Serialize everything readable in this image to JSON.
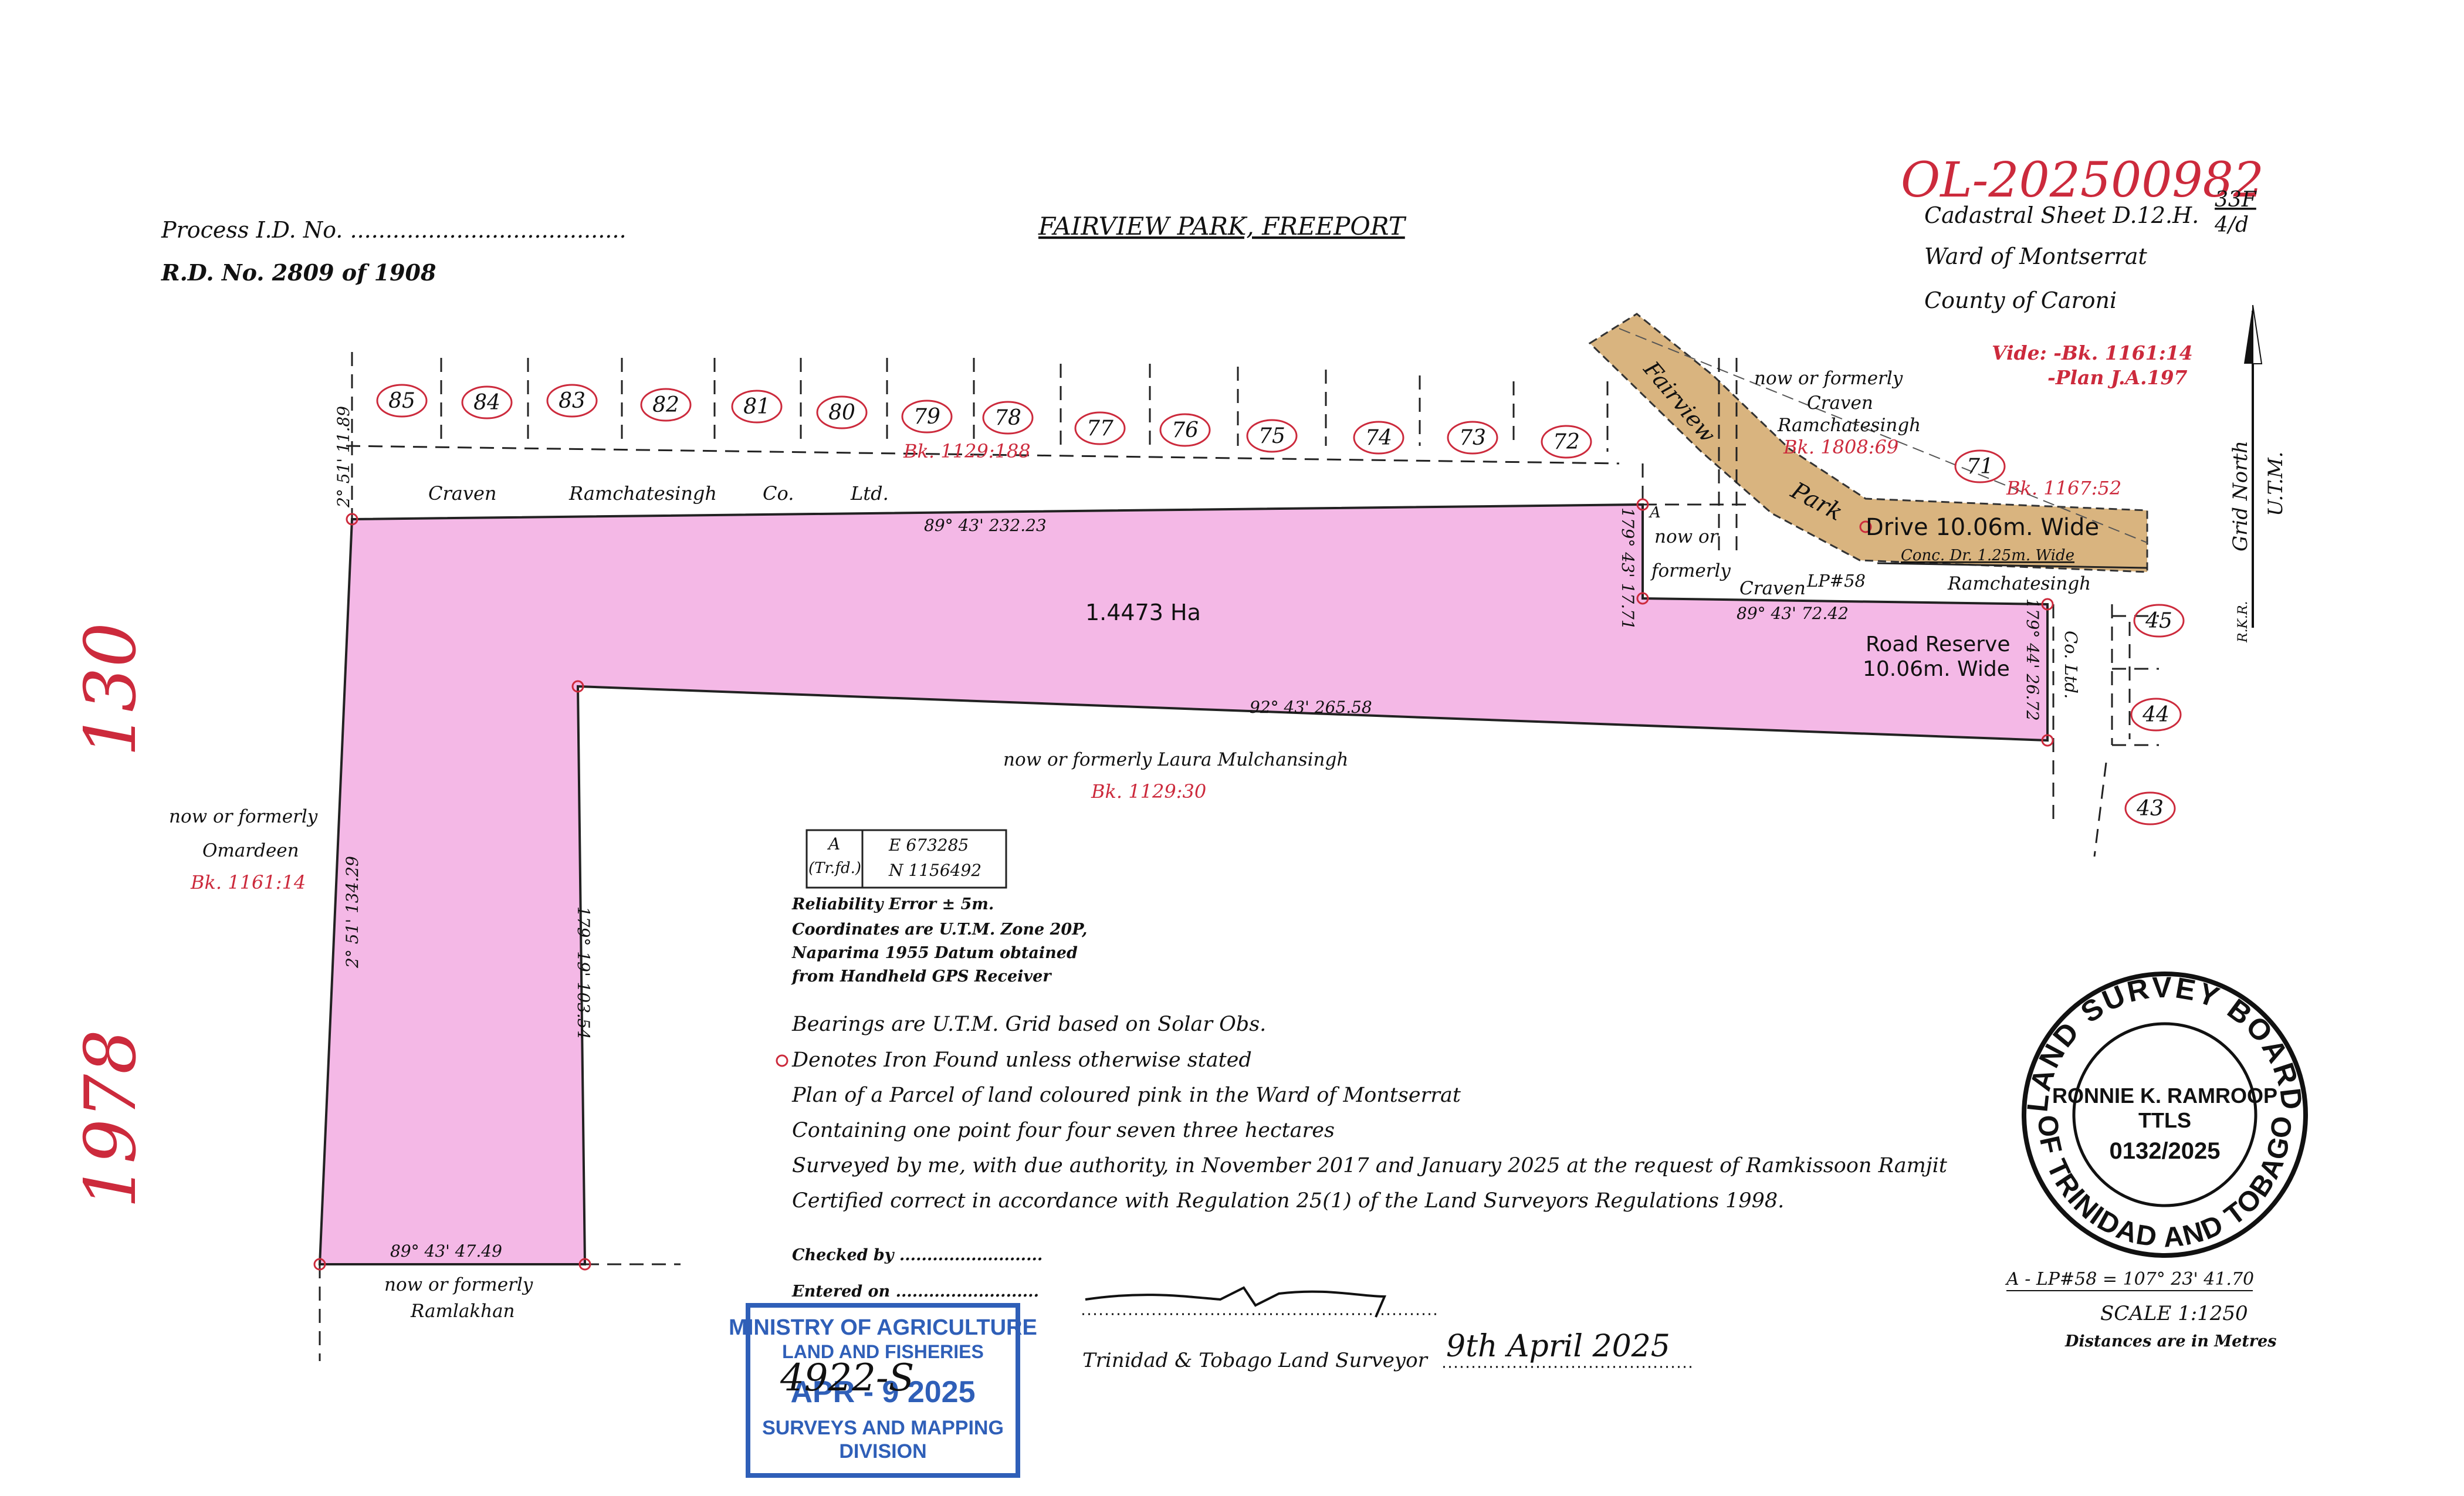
{
  "header": {
    "process_id": "Process I.D. No. .......................................",
    "rd_no": "R.D. No. 2809 of 1908",
    "title": "FAIRVIEW PARK, FREEPORT",
    "cadastral_sheet": "Cadastral Sheet D.12.H.",
    "sheet_fraction_top": "33F",
    "sheet_fraction_bottom": "4/d",
    "ward": "Ward of Montserrat",
    "county": "County of Caroni",
    "vide_1": "Vide: -Bk. 1161:14",
    "vide_2": "-Plan J.A.197",
    "handwritten_ref": "OL-202500982",
    "margin_note_1": "130",
    "margin_note_2": "1978"
  },
  "lots_top": [
    "85",
    "84",
    "83",
    "82",
    "81",
    "80",
    "79",
    "78",
    "77",
    "76",
    "75",
    "74",
    "73",
    "72"
  ],
  "lots_right": [
    "71",
    "45",
    "44",
    "43"
  ],
  "labels": {
    "north_owner": [
      "Craven",
      "Ramchatesingh",
      "Co.",
      "Ltd."
    ],
    "bk_1129_188": "Bk. 1129:188",
    "nof_craven_1": "now or formerly",
    "nof_craven_2": "Craven",
    "nof_craven_3": "Ramchatesingh",
    "bk_1808_69": "Bk. 1808:69",
    "bk_1167_52": "Bk. 1167:52",
    "road_fairview": "Fairview",
    "road_park": "Park",
    "road_drive": "Drive 10.06m. Wide",
    "conc_dr": "Conc. Dr. 1.25m. Wide",
    "point_a": "A",
    "nof_short_1": "now or",
    "nof_short_2": "formerly",
    "craven_short": "Craven",
    "lp58": "LP#58",
    "ramchatesingh_short": "Ramchatesingh",
    "co_ltd": "Co. Ltd.",
    "road_reserve_1": "Road Reserve",
    "road_reserve_2": "10.06m. Wide",
    "area": "1.4473 Ha",
    "nof_laura": "now or formerly Laura Mulchansingh",
    "bk_1129_30": "Bk. 1129:30",
    "nof_omardeen_1": "now or formerly",
    "nof_omardeen_2": "Omardeen",
    "bk_1161_14": "Bk. 1161:14",
    "nof_ramlakhan_1": "now or formerly",
    "nof_ramlakhan_2": "Ramlakhan",
    "grid_north": "Grid North",
    "utm": "U.T.M.",
    "rkr": "R.K.R."
  },
  "bearings": {
    "north_line": "89° 43'   232.23",
    "top_left": "2° 51'   11.89",
    "east_short": "179° 43'   17.71",
    "craven_line": "89° 43'   72.42",
    "east_right": "179° 44'   26.72",
    "inner_line": "92° 43'   265.58",
    "west_line": "2° 51'   134.29",
    "inner_vertical": "179° 19'   103.54",
    "south_line": "89° 43'   47.49"
  },
  "coord_box": {
    "point": "A",
    "tr_fd": "(Tr.fd.)",
    "easting": "E   673285",
    "northing": "N   1156492"
  },
  "notes_small": [
    "Reliability Error ± 5m.",
    "Coordinates are U.T.M. Zone 20P,",
    "Naparima 1955 Datum obtained",
    "from Handheld GPS Receiver"
  ],
  "notes": [
    "Bearings are U.T.M. Grid based on Solar Obs.",
    "Denotes Iron Found unless otherwise stated",
    "Plan of a Parcel of land coloured pink in the Ward of Montserrat",
    "Containing one point four four seven three hectares",
    "Surveyed by me, with due authority, in November 2017 and January 2025 at the request of Ramkissoon Ramjit",
    "Certified correct in accordance with Regulation 25(1) of the Land Surveyors Regulations 1998."
  ],
  "checked_by": "Checked by ..........................",
  "entered_on": "Entered on ..........................",
  "surveyor_line": "Trinidad & Tobago Land Surveyor",
  "signature_date": "9th April 2025",
  "tie_line": "A - LP#58 = 107° 23'   41.70",
  "scale": "SCALE 1:1250",
  "distances": "Distances are in Metres",
  "stamp_board": {
    "ring_top": "LAND SURVEY BOARD",
    "ring_bottom": "OF TRINIDAD AND TOBAGO",
    "name": "RONNIE K. RAMROOP",
    "cert": "TTLS",
    "number": "0132/2025"
  },
  "stamp_ministry": {
    "line1": "MINISTRY OF AGRICULTURE",
    "line2": "LAND AND FISHERIES",
    "date": "APR - 9 2025",
    "line4": "SURVEYS AND MAPPING",
    "line5": "DIVISION",
    "handwritten": "4922-S"
  },
  "colors": {
    "parcel_fill": "#f4b8e6",
    "road_fill": "#d9b47f",
    "red_annotation": "#cc2a3c",
    "stamp_blue": "#2f5fb8"
  }
}
